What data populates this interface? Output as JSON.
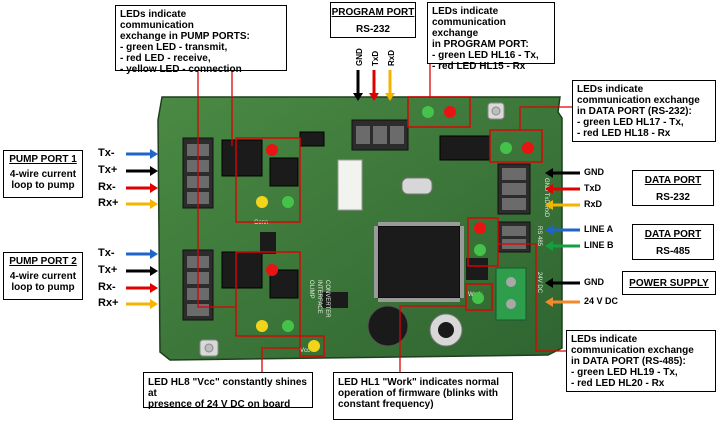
{
  "colors": {
    "board": "#3d7a3a",
    "board_dark": "#2c5b2a",
    "pointer_red": "#e00000",
    "arrow_blue": "#1f64c8",
    "arrow_black": "#000000",
    "arrow_red": "#e00000",
    "arrow_yellow": "#f5b400",
    "arrow_green": "#12a040",
    "arrow_orange": "#f08a2c"
  },
  "callouts": {
    "pump_leds": {
      "line1": "LEDs indicate",
      "line2": "communication",
      "line3": "exchange in PUMP PORTS:",
      "items": [
        "- green LED - transmit,",
        "- red LED - receive,",
        "- yellow LED - connection"
      ]
    },
    "program_leds": {
      "line1": "LEDs indicate",
      "line2": "communication exchange",
      "line3": "in PROGRAM PORT:",
      "items": [
        "- green LED HL16 - Tx,",
        "- red LED HL15 - Rx"
      ]
    },
    "data232_leds": {
      "line1": "LEDs indicate",
      "line2": "communication exchange",
      "line3": "in DATA PORT (RS-232):",
      "items": [
        "- green LED HL17 - Tx,",
        "- red LED HL18 - Rx"
      ]
    },
    "data485_leds": {
      "line1": "LEDs indicate",
      "line2": "communication exchange",
      "line3": "in DATA PORT (RS-485):",
      "items": [
        "- green LED HL19 - Tx,",
        "- red LED HL20 - Rx"
      ]
    },
    "hl8": {
      "line1": "LED HL8 \"Vcc\" constantly shines at",
      "line2": "presence of 24 V DC on board"
    },
    "hl1": {
      "line1": "LED HL1 \"Work\" indicates normal",
      "line2": "operation of firmware (blinks with",
      "line3": "constant frequency)"
    }
  },
  "ports": {
    "program": {
      "title": "PROGRAM PORT",
      "subtitle": "RS-232"
    },
    "data232": {
      "title": "DATA PORT",
      "subtitle": "RS-232"
    },
    "data485": {
      "title": "DATA PORT",
      "subtitle": "RS-485"
    },
    "power": {
      "title": "POWER SUPPLY"
    },
    "pump1": {
      "title": "PUMP PORT 1",
      "line1": "4-wire current",
      "line2": "loop to pump"
    },
    "pump2": {
      "title": "PUMP PORT 2",
      "line1": "4-wire current",
      "line2": "loop to pump"
    }
  },
  "signals": {
    "program": [
      "GND",
      "TxD",
      "RxD"
    ],
    "pump1": [
      "Tx-",
      "Tx+",
      "Rx-",
      "Rx+"
    ],
    "pump2": [
      "Tx-",
      "Tx+",
      "Rx-",
      "Rx+"
    ],
    "data232": [
      "GND",
      "TxD",
      "RxD"
    ],
    "data485": [
      "LINE A",
      "LINE B"
    ],
    "power": [
      "GND",
      "24 V DC"
    ]
  },
  "board_labels": {
    "pins_232": "GND TxD RxD",
    "rs232_mark": "RS232 DATA",
    "rs485_mark": "RS 485",
    "dc_mark": "24V DC",
    "conn_mark": "Conn",
    "work_mark": "Work",
    "vcc_mark": "Vcc",
    "silk": [
      "OLIMP",
      "INTERFACE",
      "CONVERTER"
    ]
  }
}
